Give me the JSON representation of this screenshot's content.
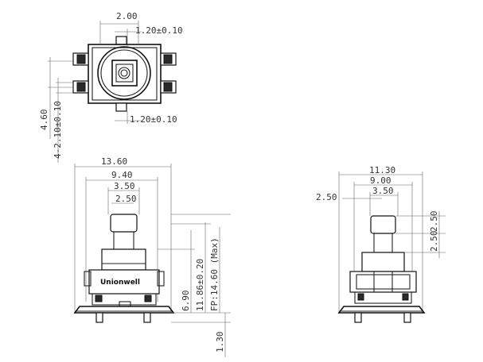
{
  "top_view": {
    "dim_top_width": "2.00",
    "dim_top_pin": "1.20±0.10",
    "dim_bottom_pin": "1.20±0.10",
    "dim_height": "4.60",
    "dim_pad": "4-2.10±0.10"
  },
  "front_view": {
    "dim_overall": "13.60",
    "dim_body": "9.40",
    "dim_stem": "3.50",
    "dim_stem_inner": "2.50",
    "dim_fp": "FP:14.60 (Max)",
    "dim_height": "11.86±0.20",
    "dim_body_height": "6.90",
    "dim_pin": "1.30",
    "brand": "Unionwell"
  },
  "side_view": {
    "dim_overall": "11.30",
    "dim_body": "9.00",
    "dim_stem": "3.50",
    "dim_left": "2.50",
    "dim_right_top": "2.50",
    "dim_right_bottom": "2.50"
  }
}
